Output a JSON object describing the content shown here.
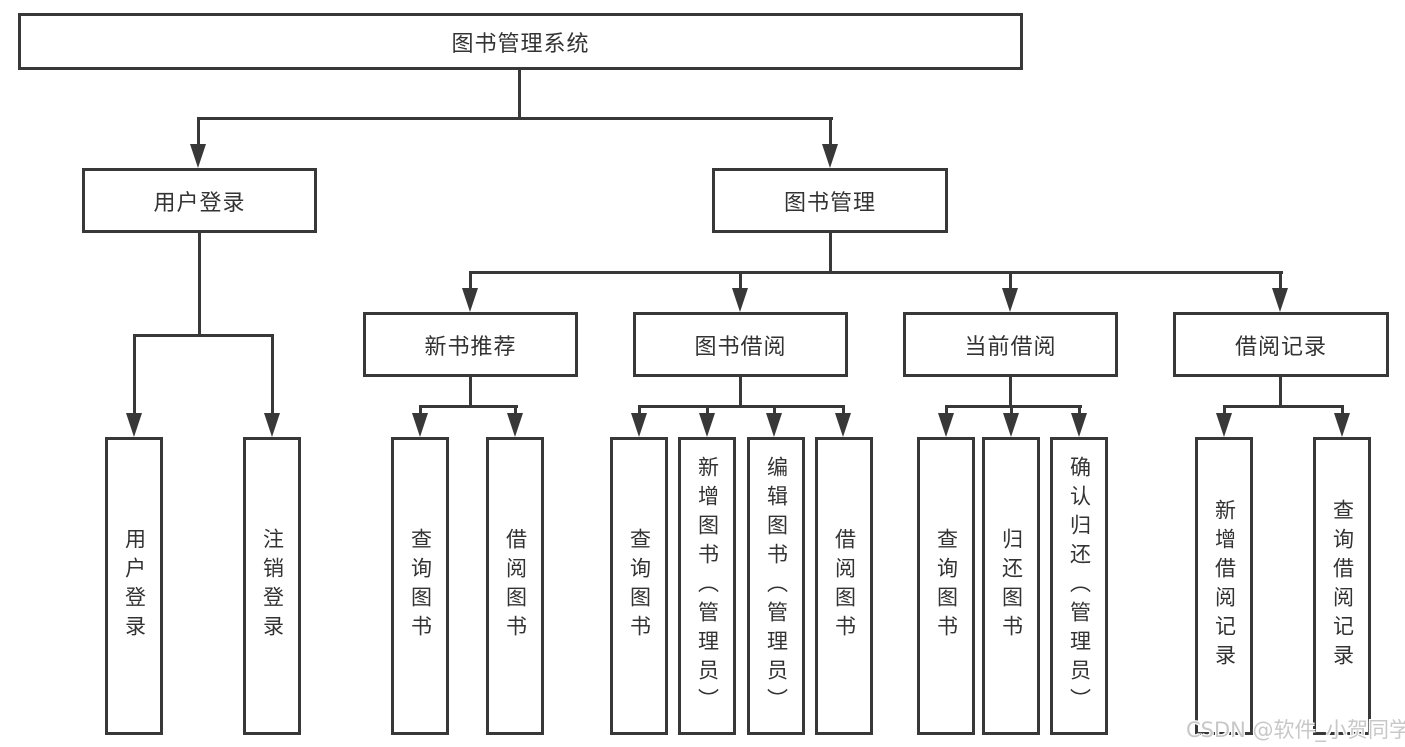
{
  "colors": {
    "line": "#383838",
    "text": "#333333",
    "watermark": "#c8c8c8",
    "bg": "#ffffff"
  },
  "watermark": {
    "text": "CSDN @软件_小贺同学"
  },
  "tree": {
    "root": {
      "label": "图书管理系统"
    },
    "level2": [
      {
        "label": "用户登录",
        "children": [
          {
            "label": "用户登录"
          },
          {
            "label": "注销登录"
          }
        ]
      },
      {
        "label": "图书管理",
        "children": [
          {
            "label": "新书推荐",
            "children": [
              {
                "label": "查询图书"
              },
              {
                "label": "借阅图书"
              }
            ]
          },
          {
            "label": "图书借阅",
            "children": [
              {
                "label": "查询图书"
              },
              {
                "label": "新增图书（管理员）"
              },
              {
                "label": "编辑图书（管理员）"
              },
              {
                "label": "借阅图书"
              }
            ]
          },
          {
            "label": "当前借阅",
            "children": [
              {
                "label": "查询图书"
              },
              {
                "label": "归还图书"
              },
              {
                "label": "确认归还（管理员）"
              }
            ]
          },
          {
            "label": "借阅记录",
            "children": [
              {
                "label": "新增借阅记录"
              },
              {
                "label": "查询借阅记录"
              }
            ]
          }
        ]
      }
    ]
  }
}
